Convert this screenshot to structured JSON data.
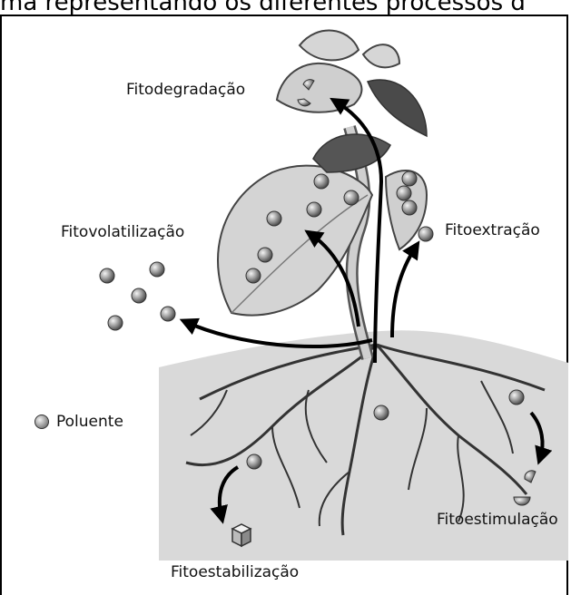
{
  "caption": "ma representando os diferentes processos d",
  "labels": {
    "phytodegradation": "Fitodegradação",
    "phytovolatilization": "Fitovolatilização",
    "phytoextraction": "Fitoextração",
    "phytostimulation": "Fitoestimulação",
    "phytostabilization": "Fitoestabilização"
  },
  "legend": {
    "icon": "pollutant-dot-icon",
    "label": "Poluente"
  }
}
